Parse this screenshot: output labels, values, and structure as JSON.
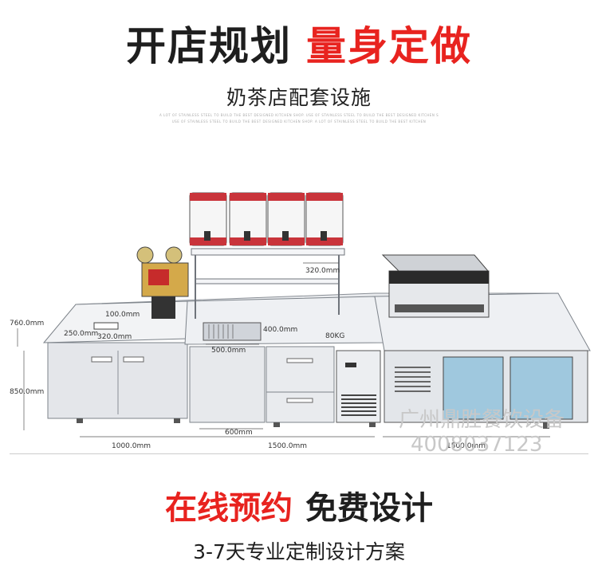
{
  "header": {
    "title_dark": "开店规划",
    "title_red": "量身定做",
    "subtitle": "奶茶店配套设施",
    "fine_print_1": "A LOT OF STAINLESS STEEL TO BUILD THE BEST DESIGNED KITCHEN SHOP. USE OF STAINLESS STEEL TO BUILD THE BEST DESIGNED KITCHEN SHOP",
    "fine_print_2": "USE OF STAINLESS STEEL TO BUILD THE BEST DESIGNED KITCHEN SHOP. A LOT OF STAINLESS STEEL TO BUILD THE BEST KITCHEN"
  },
  "drawing": {
    "dimensions": {
      "depth": "760.0mm",
      "height": "850.0mm",
      "length_left": "1000.0mm",
      "length_middle": "1500.0mm",
      "length_right": "1500.0mm",
      "cabinet_width": "600mm",
      "sink_width": "500.0mm",
      "sink_depth": "400.0mm",
      "shelf_width": "320.0mm",
      "cutout_a": "100.0mm",
      "cutout_b": "250.0mm",
      "cutout_c": "320.0mm",
      "ice_capacity": "80KG"
    },
    "watermark_name": "广州鼎胜餐饮设备",
    "watermark_phone": "4008037123"
  },
  "footer": {
    "cta_red": "在线预约",
    "cta_dark": "免费设计",
    "tagline": "3-7天专业定制设计方案"
  }
}
